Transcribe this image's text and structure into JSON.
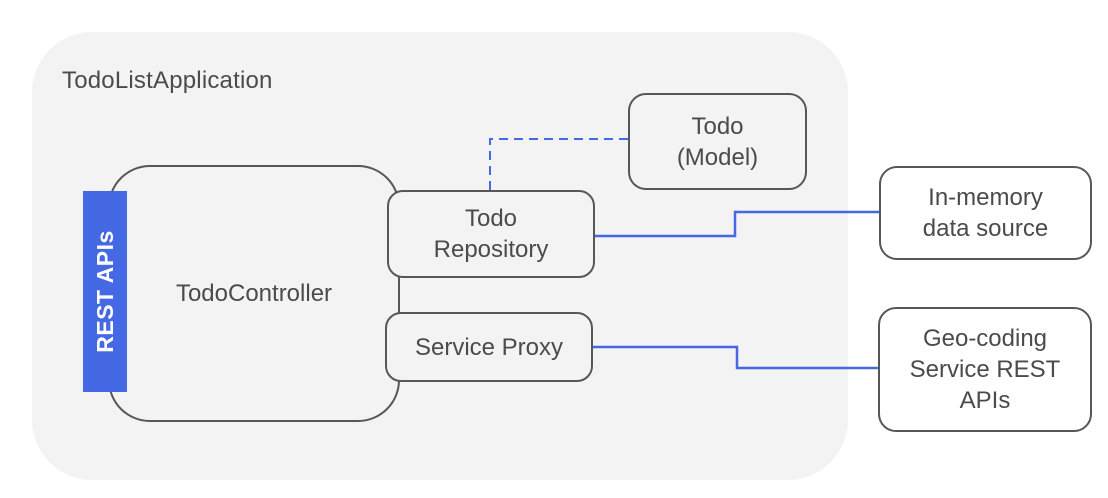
{
  "diagram": {
    "title": "TodoListApplication",
    "nodes": {
      "todo_controller": {
        "label": "TodoController"
      },
      "rest_apis_badge": {
        "label": "REST APIs"
      },
      "todo_repository": {
        "lines": [
          "Todo",
          "Repository"
        ]
      },
      "service_proxy": {
        "label": "Service Proxy"
      },
      "todo_model": {
        "lines": [
          "Todo",
          "(Model)"
        ]
      },
      "in_memory_data_source": {
        "lines": [
          "In-memory",
          "data source"
        ]
      },
      "geo_coding_service": {
        "lines": [
          "Geo-coding",
          "Service REST",
          "APIs"
        ]
      }
    },
    "edges": [
      {
        "from": "todo_repository",
        "to": "todo_model",
        "style": "dashed",
        "color": "#4568e4"
      },
      {
        "from": "todo_repository",
        "to": "in_memory_data_source",
        "style": "solid",
        "color": "#4568e4"
      },
      {
        "from": "service_proxy",
        "to": "geo_coding_service",
        "style": "solid",
        "color": "#4568e4"
      }
    ],
    "colors": {
      "accent_blue": "#4568e4",
      "box_border_gray": "#575757",
      "container_fill_gray": "#f2f3f2",
      "text_gray": "#4b4b4b",
      "badge_text": "#ffffff",
      "background": "#ffffff"
    }
  }
}
